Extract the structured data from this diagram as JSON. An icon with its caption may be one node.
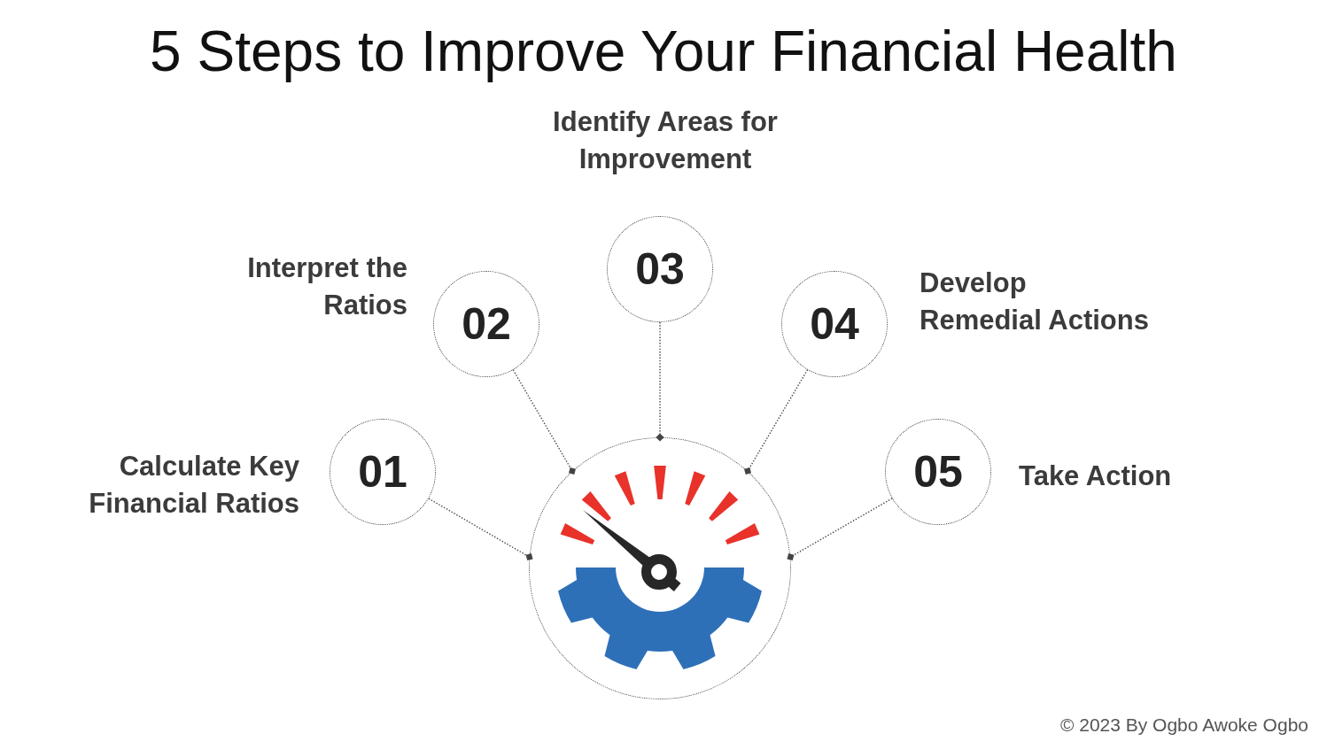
{
  "diagram": {
    "title": "5 Steps to Improve Your Financial Health",
    "nodes": [
      {
        "text": [
          "01"
        ],
        "beside": [
          "Calculate Key Financial Ratios"
        ]
      },
      {
        "text": [
          "02"
        ],
        "beside": [
          "Interpret the Ratios"
        ]
      },
      {
        "text": [
          "03"
        ],
        "beside": [
          "Identify Areas for Improvement"
        ]
      },
      {
        "text": [
          "04"
        ],
        "beside": [
          "Develop Remedial Actions"
        ]
      },
      {
        "text": [
          "05"
        ],
        "beside": [
          "Take Action"
        ]
      },
      {
        "text": [],
        "shape": "circle"
      }
    ],
    "edges": [
      {
        "from": 0,
        "to": 5,
        "arrow": "other",
        "style": "dashed"
      },
      {
        "from": 1,
        "to": 5,
        "arrow": "other",
        "style": "dashed"
      },
      {
        "from": 2,
        "to": 5,
        "arrow": "other",
        "style": "dashed"
      },
      {
        "from": 3,
        "to": 5,
        "arrow": "other",
        "style": "dashed"
      },
      {
        "from": 4,
        "to": 5,
        "arrow": "other",
        "style": "dashed"
      }
    ],
    "labels": [
      "© 2023 By Ogbo Awoke Ogbo"
    ]
  }
}
